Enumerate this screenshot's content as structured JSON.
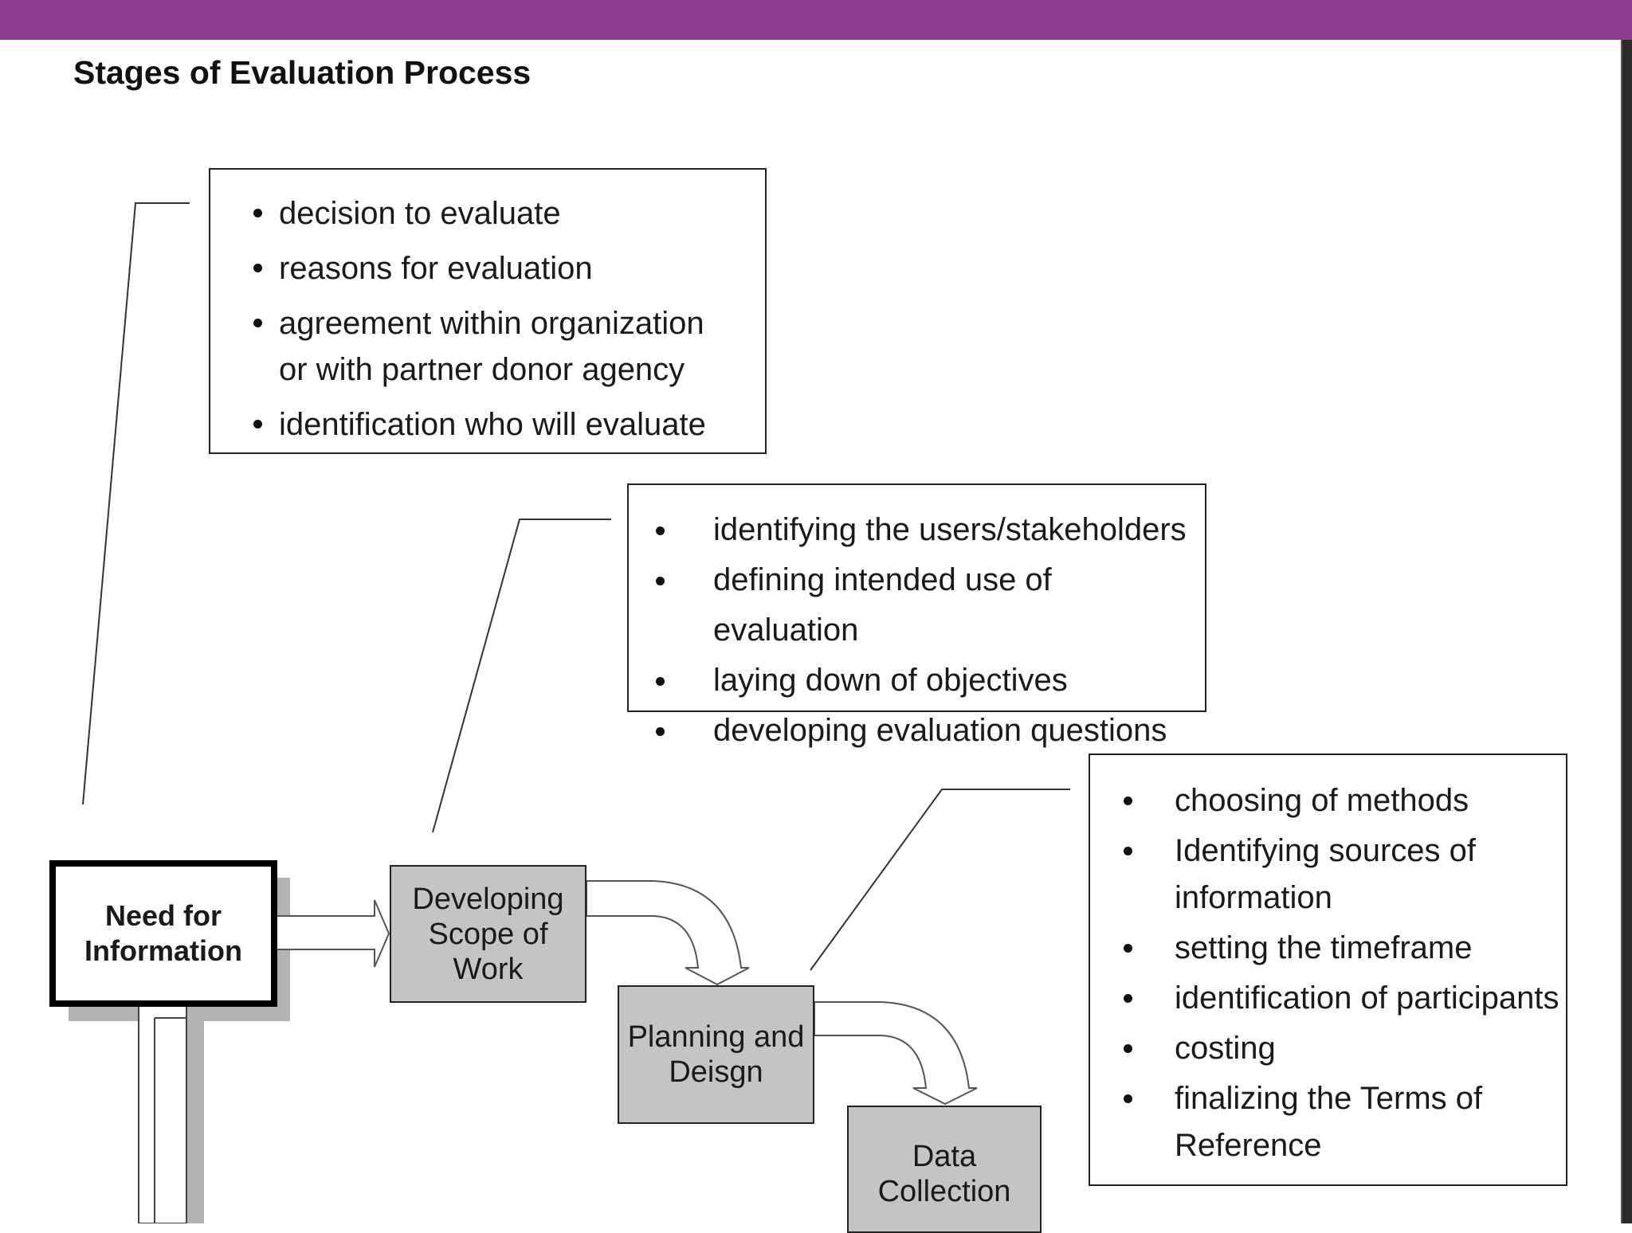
{
  "title": "Stages of Evaluation Process",
  "colors": {
    "header_bar": "#8a3b8f",
    "stage_fill": "#c4c4c4",
    "shadow": "#b3b3b3"
  },
  "callouts": [
    {
      "items": [
        "decision to evaluate",
        "reasons for evaluation",
        "agreement within organization or with partner donor agency",
        "identification who will evaluate"
      ]
    },
    {
      "items": [
        "identifying the users/stakeholders",
        "defining intended use of evaluation",
        "laying down of objectives",
        "developing evaluation questions"
      ]
    },
    {
      "items": [
        "choosing of  methods",
        "Identifying sources of information",
        "setting the timeframe",
        "identification of participants",
        "costing",
        "finalizing the Terms of Reference"
      ]
    }
  ],
  "stages": {
    "need": "Need for\nInformation",
    "scope": "Developing\nScope of Work",
    "planning": "Planning and\nDeisgn",
    "data": "Data\nCollection"
  }
}
